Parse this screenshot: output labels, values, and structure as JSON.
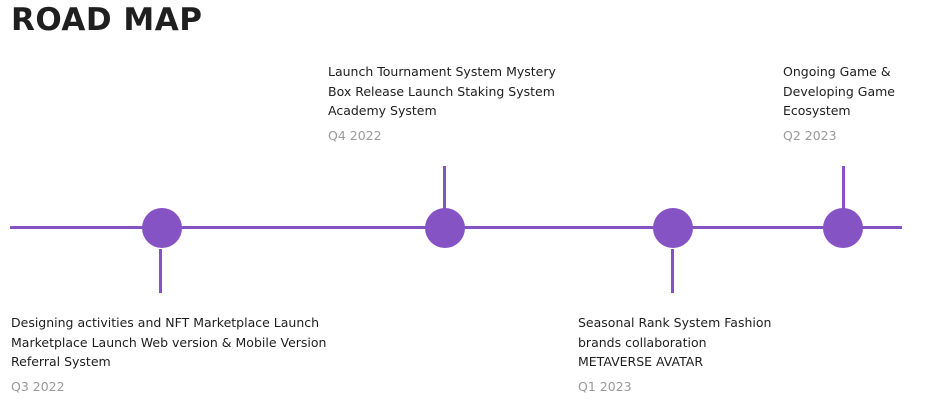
{
  "title": "ROAD MAP",
  "accent_color": "#8553c4",
  "milestones": [
    {
      "lines": [
        "Designing activities and NFT Marketplace Launch",
        "Marketplace Launch Web version & Mobile Version",
        "Referral System"
      ],
      "date": "Q3 2022"
    },
    {
      "lines": [
        "Launch Tournament System Mystery",
        "Box Release Launch Staking System",
        "Academy System"
      ],
      "date": "Q4 2022"
    },
    {
      "lines": [
        "Seasonal Rank System Fashion",
        "brands collaboration",
        "METAVERSE AVATAR"
      ],
      "date": "Q1 2023"
    },
    {
      "lines": [
        "Ongoing Game &",
        "Developing Game",
        "Ecosystem"
      ],
      "date": "Q2 2023"
    }
  ]
}
